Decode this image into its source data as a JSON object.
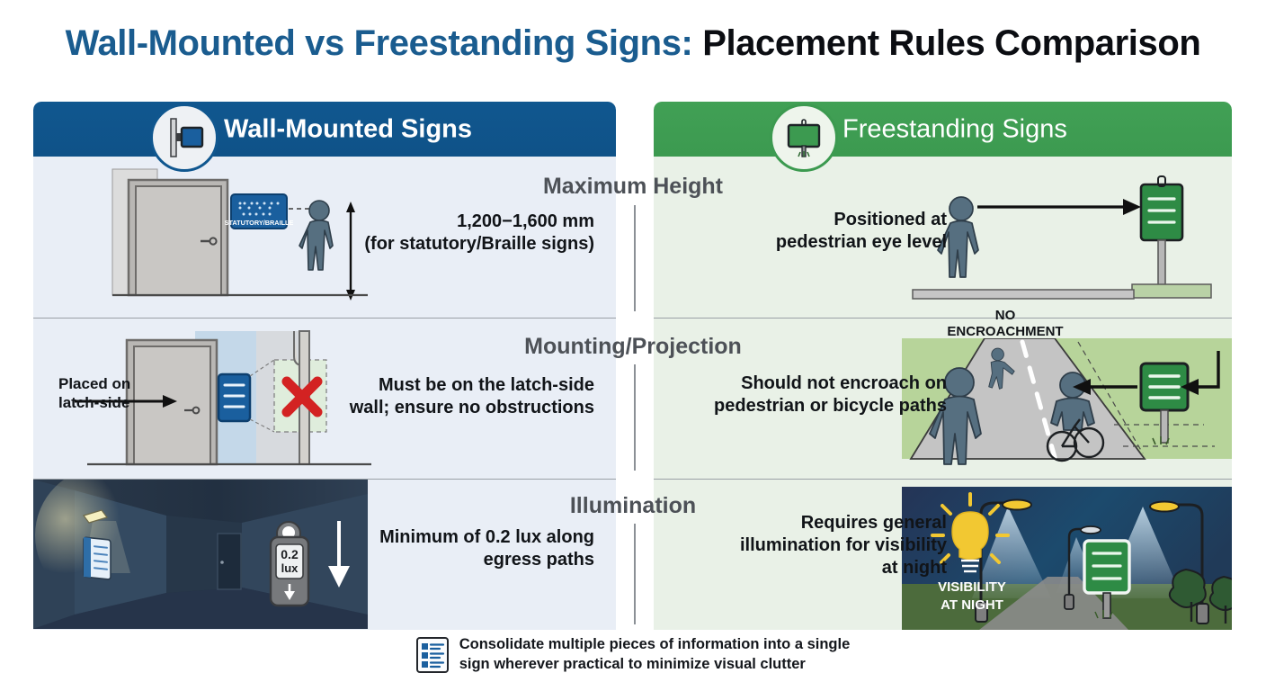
{
  "title": {
    "part1": "Wall-Mounted vs Freestanding Signs:",
    "part2": " Placement Rules Comparison",
    "color_part1": "#1a5c8f",
    "color_part2": "#0b0d12"
  },
  "columns": [
    {
      "id": "wall-mounted",
      "header": "Wall-Mounted Signs",
      "header_bg": "#0f5288",
      "badge_icon": "wall-mounted-sign-icon",
      "panel_bg": "#e9eef6"
    },
    {
      "id": "freestanding",
      "header": "Freestanding Signs",
      "header_bg": "#3c9a50",
      "badge_icon": "freestanding-sign-icon",
      "panel_bg": "#e9f1e7"
    }
  ],
  "rows": [
    {
      "label": "Maximum Height",
      "left": {
        "caption": "1,200−1,600 mm\n(for statutory/Braille signs)",
        "scene": "door-person-braille-sign",
        "sign_label": "STATUTORY/BRAILLE"
      },
      "right": {
        "caption": "Positioned at\npedestrian eye level",
        "scene": "pedestrian-eye-level-post-sign"
      }
    },
    {
      "label": "Mounting/Projection",
      "left": {
        "caption": "Must be on the latch-side\nwall; ensure no obstructions",
        "scene": "latch-side-door-sign-obstruction",
        "annotation": "Placed on\nlatch-side",
        "cross_mark": "✕"
      },
      "right": {
        "caption": "Should not encroach on\npedestrian or bicycle paths",
        "scene": "shared-path-pedestrians-cyclist",
        "annotation": "NO\nENCROACHMENT"
      }
    },
    {
      "label": "Illumination",
      "left": {
        "caption": "Minimum of 0.2 lux along\negress paths",
        "scene": "dark-corridor-lux-meter",
        "meter_value": "0.2",
        "meter_unit": "lux"
      },
      "right": {
        "caption": "Requires general\nillumination for visibility\nat night",
        "scene": "night-street-lamps-sign",
        "annotation": "VISIBILITY\nAT NIGHT"
      }
    }
  ],
  "footer": {
    "icon": "consolidated-sign-icon",
    "text": "Consolidate multiple pieces of information into a single\nsign wherever practical to minimize visual clutter"
  },
  "palette": {
    "blue_dark": "#10578f",
    "blue_sign": "#1a5f9e",
    "green": "#3c9a50",
    "green_sign": "#2e8b45",
    "figure": "#566f80",
    "panel_blue": "#e9eef6",
    "panel_green": "#e9f1e7",
    "label_gray": "#4d5157",
    "red_x": "#d32222",
    "night_blue": "#1f3352",
    "lamp_yellow": "#f2c832"
  }
}
